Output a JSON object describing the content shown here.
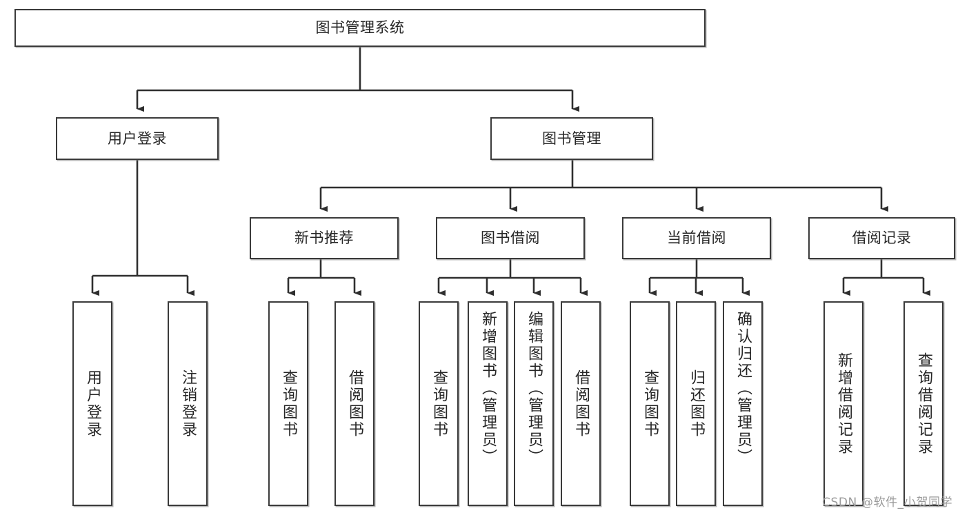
{
  "diagram": {
    "title": "图书管理系统",
    "type": "tree-hierarchy-chart",
    "colors": {
      "box_border": "#3a3a3a",
      "box_fill": "#ffffff",
      "connector": "#2f2f2f",
      "text": "#262626",
      "watermark": "#9a9a9a"
    },
    "root": {
      "label": "图书管理系统"
    },
    "level2": [
      {
        "label": "用户登录"
      },
      {
        "label": "图书管理"
      }
    ],
    "level3": [
      {
        "label": "新书推荐"
      },
      {
        "label": "图书借阅"
      },
      {
        "label": "当前借阅"
      },
      {
        "label": "借阅记录"
      }
    ],
    "leaves": {
      "user_login": [
        {
          "label": "用户登录"
        },
        {
          "label": "注销登录"
        }
      ],
      "new_book_recommend": [
        {
          "label": "查询图书"
        },
        {
          "label": "借阅图书"
        }
      ],
      "book_borrow": [
        {
          "label": "查询图书"
        },
        {
          "label": "新增图书（管理员）"
        },
        {
          "label": "编辑图书（管理员）"
        },
        {
          "label": "借阅图书"
        }
      ],
      "current_borrow": [
        {
          "label": "查询图书"
        },
        {
          "label": "归还图书"
        },
        {
          "label": "确认归还（管理员）"
        }
      ],
      "borrow_record": [
        {
          "label": "新增借阅记录"
        },
        {
          "label": "查询借阅记录"
        }
      ]
    }
  },
  "watermark": {
    "text": "CSDN @软件_小贺同学"
  }
}
